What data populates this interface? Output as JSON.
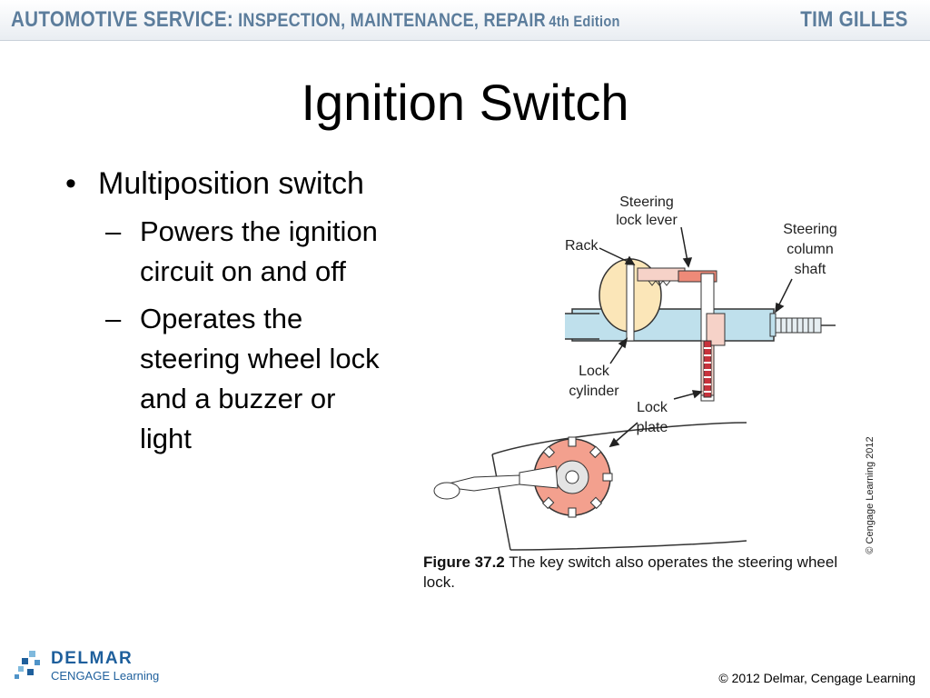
{
  "header": {
    "book_title_main": "AUTOMOTIVE SERVICE:",
    "book_title_sub": "INSPECTION, MAINTENANCE, REPAIR",
    "edition": "4th Edition",
    "author": "TIM GILLES"
  },
  "slide": {
    "title": "Ignition Switch",
    "bullets": [
      {
        "text": "Multiposition switch",
        "subitems": [
          "Powers the ignition circuit on and off",
          "Operates the steering wheel lock and a buzzer or light"
        ]
      }
    ]
  },
  "figure": {
    "labels": {
      "steering_lock_lever": [
        "Steering",
        "lock lever"
      ],
      "rack": "Rack",
      "steering_column_shaft": [
        "Steering",
        "column",
        "shaft"
      ],
      "lock_cylinder": [
        "Lock",
        "cylinder"
      ],
      "lock_plate": [
        "Lock",
        "plate"
      ]
    },
    "caption_label": "Figure 37.2",
    "caption_text": "The key switch also operates the steering wheel lock.",
    "image_credit": "© Cengage Learning 2012"
  },
  "footer": {
    "logo_word1": "DELMAR",
    "logo_word2": "CENGAGE Learning",
    "copyright": "© 2012 Delmar, Cengage Learning"
  },
  "colors": {
    "header_text": "#5c7d9c",
    "shaft_fill": "#bfe0ec",
    "cylinder_fill": "#fbe6b8",
    "lever_fill": "#ee8a78",
    "plate_fill": "#f3a08e",
    "plate_teeth": "#c8323c",
    "logo_blue": "#1e5f9c"
  }
}
